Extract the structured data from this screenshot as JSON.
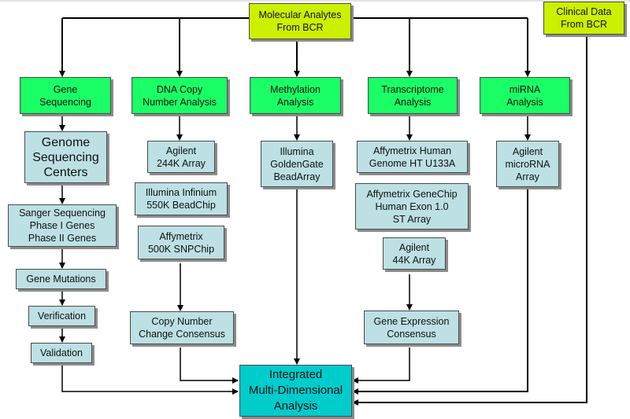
{
  "colors": {
    "source": "#ccf000",
    "category": "#1aff66",
    "platform": "#bce0e4",
    "integration": "#00cccc"
  },
  "sources": {
    "molecular": "Molecular Analytes\nFrom BCR",
    "clinical": "Clinical Data\nFrom BCR"
  },
  "categories": {
    "gene_sequencing": "Gene\nSequencing",
    "dna_copy": "DNA Copy\nNumber Analysis",
    "methylation": "Methylation\nAnalysis",
    "transcriptome": "Transcriptome\nAnalysis",
    "mirna": "miRNA\nAnalysis"
  },
  "platforms": {
    "genome_centers": "Genome\nSequencing\nCenters",
    "sanger": "Sanger Sequencing\nPhase I Genes\nPhase II Genes",
    "gene_mutations": "Gene Mutations",
    "verification": "Verification",
    "validation": "Validation",
    "agilent_244k": "Agilent\n244K Array",
    "illumina_infinium": "Illumina Infinium\n550K BeadChip",
    "affy_500k": "Affymetrix\n500K SNPChip",
    "copy_consensus": "Copy Number\nChange Consensus",
    "illumina_goldengate": "Illumina\nGoldenGate\nBeadArray",
    "affy_u133a": "Affymetrix Human\nGenome HT U133A",
    "affy_exon": "Affymetrix GeneChip\nHuman Exon 1.0\nST Array",
    "agilent_44k": "Agilent\n44K Array",
    "expr_consensus": "Gene Expression\nConsensus",
    "agilent_mirna": "Agilent\nmicroRNA\nArray"
  },
  "integration": "Integrated\nMulti-Dimensional\nAnalysis"
}
